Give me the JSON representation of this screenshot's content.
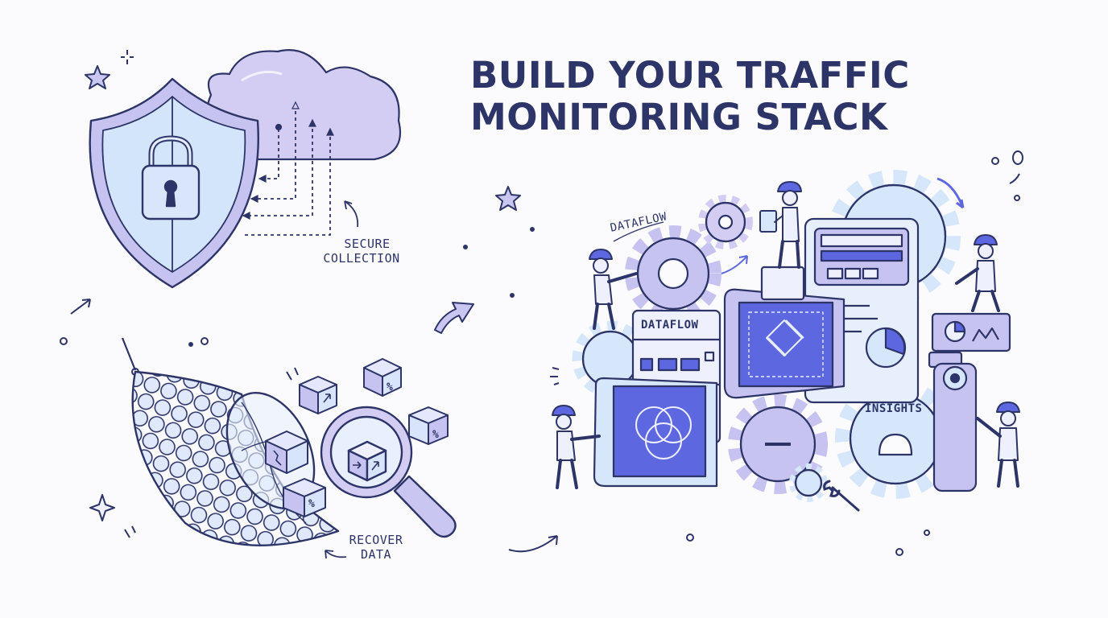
{
  "heading": {
    "line1": "BUILD YOUR TRAFFIC",
    "line2": "MONITORING STACK"
  },
  "labels": {
    "secure_line1": "SECURE",
    "secure_line2": "COLLECTION",
    "recover_line1": "RECOVER",
    "recover_line2": "DATA",
    "dataflow_curved": "DATAFLOW",
    "dataflow_panel": "DATAFLOW",
    "insights": "INSIGHTS"
  },
  "cube_glyphs": {
    "percent": "%"
  },
  "colors": {
    "ink": "#2d3467",
    "lavender": "#cfcdf3",
    "light_blue": "#d6e6fb",
    "blue": "#5d67e0",
    "purple": "#b7b3ec",
    "background": "#fbfbfd"
  },
  "icons": [
    "shield-icon",
    "lock-icon",
    "cloud-icon",
    "fishing-net-icon",
    "magnifying-glass-icon",
    "data-cube-icon",
    "gear-icon",
    "worker-icon",
    "blueprint-icon",
    "dashboard-icon",
    "wrench-icon",
    "sparkle-icon"
  ]
}
